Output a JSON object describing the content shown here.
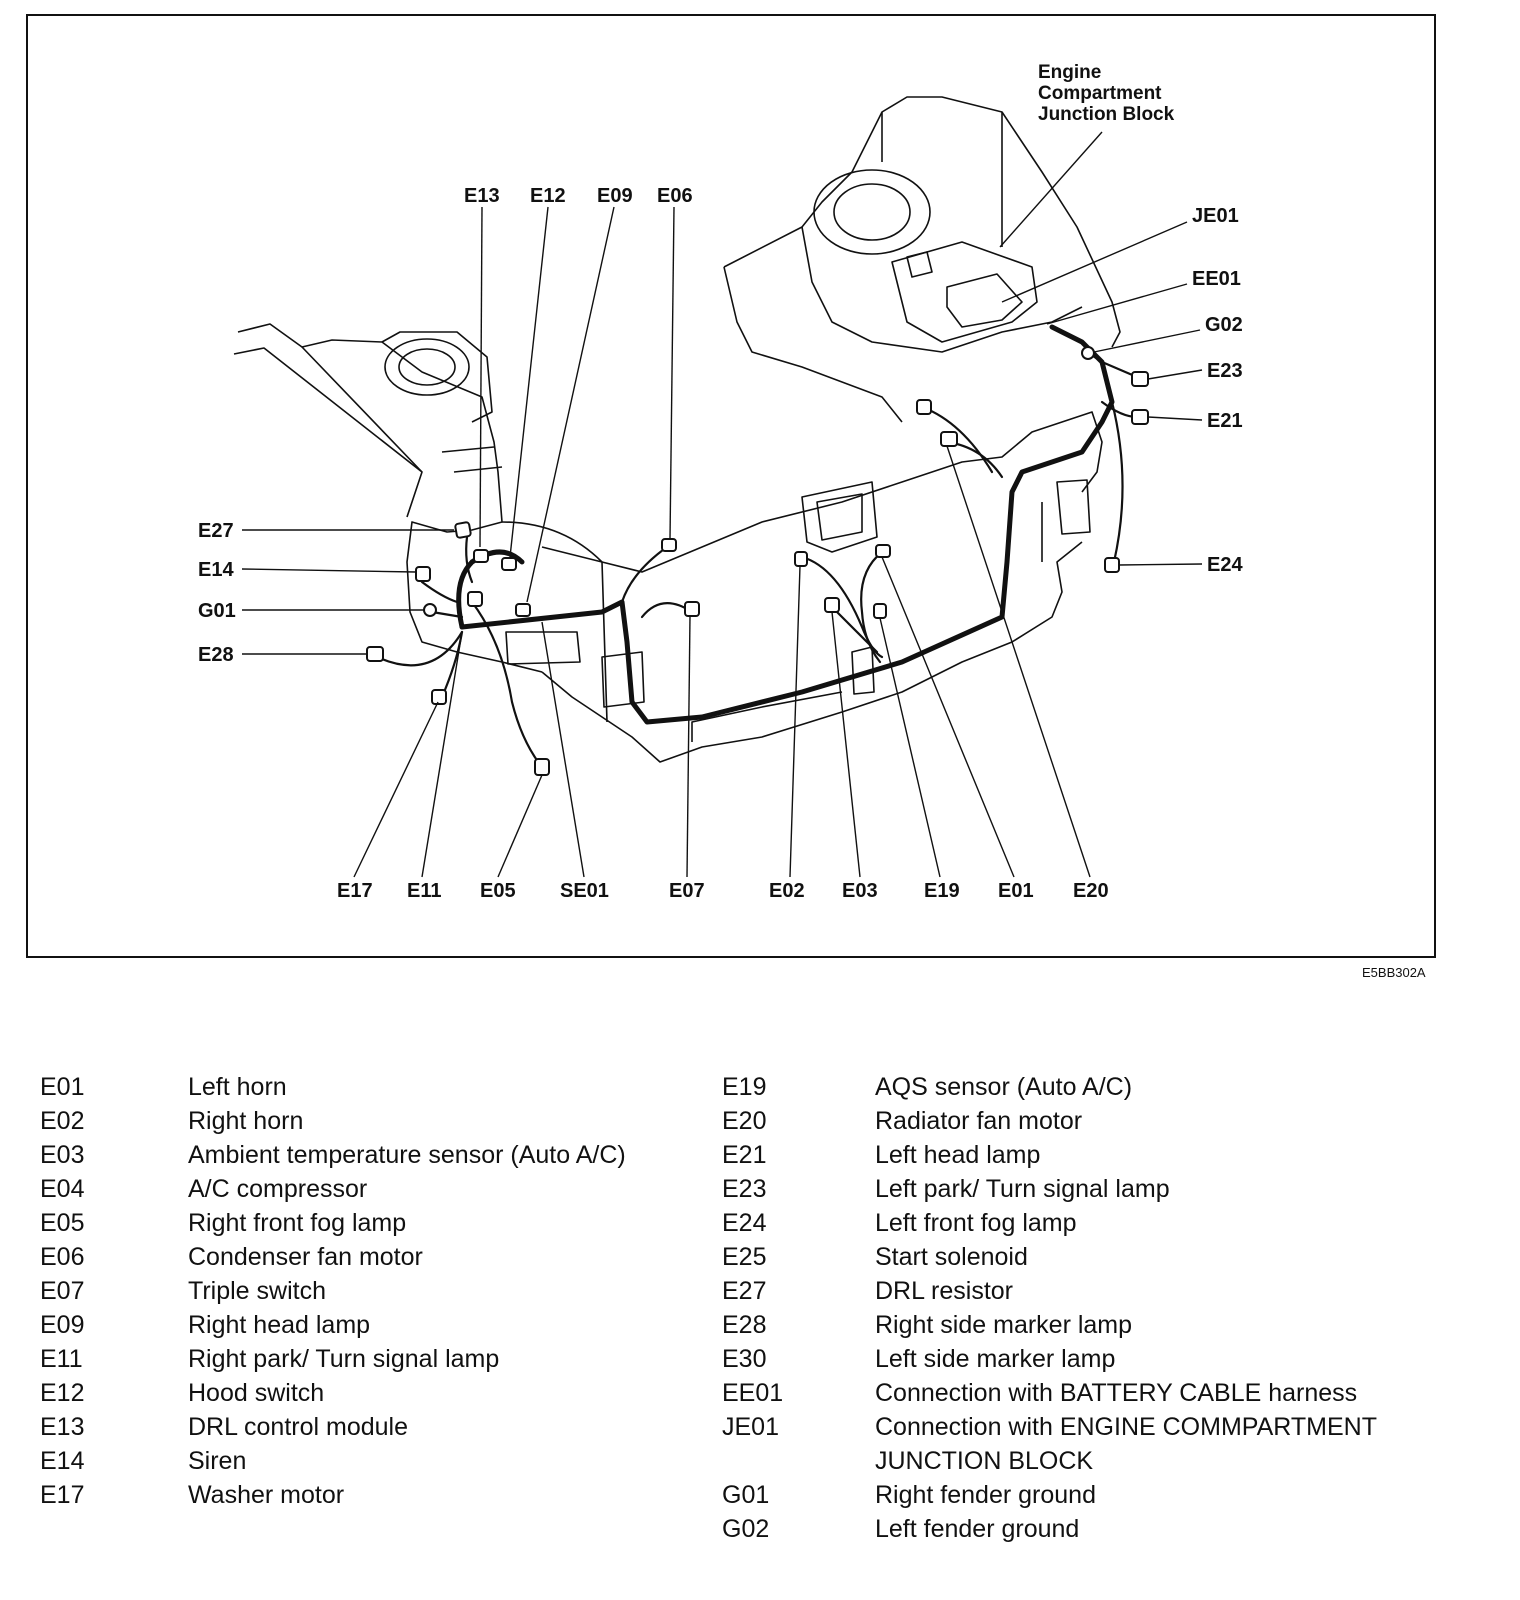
{
  "figure": {
    "code": "E5BB302A",
    "junction_block_label": [
      "Engine",
      "Compartment",
      "Junction Block"
    ],
    "callouts": {
      "top": [
        "E13",
        "E12",
        "E09",
        "E06"
      ],
      "left": [
        "E27",
        "E14",
        "G01",
        "E28"
      ],
      "right": [
        "JE01",
        "EE01",
        "G02",
        "E23",
        "E21",
        "E24"
      ],
      "bottom": [
        "E17",
        "E11",
        "E05",
        "SE01",
        "E07",
        "E02",
        "E03",
        "E19",
        "E01",
        "E20"
      ]
    }
  },
  "legend": {
    "left": [
      {
        "code": "E01",
        "desc": "Left horn"
      },
      {
        "code": "E02",
        "desc": "Right horn"
      },
      {
        "code": "E03",
        "desc": "Ambient temperature sensor (Auto A/C)"
      },
      {
        "code": "E04",
        "desc": "A/C compressor"
      },
      {
        "code": "E05",
        "desc": "Right front fog lamp"
      },
      {
        "code": "E06",
        "desc": "Condenser fan motor"
      },
      {
        "code": "E07",
        "desc": "Triple switch"
      },
      {
        "code": "E09",
        "desc": "Right head lamp"
      },
      {
        "code": "E11",
        "desc": "Right park/ Turn signal lamp"
      },
      {
        "code": "E12",
        "desc": "Hood switch"
      },
      {
        "code": "E13",
        "desc": "DRL control module"
      },
      {
        "code": "E14",
        "desc": "Siren"
      },
      {
        "code": "E17",
        "desc": "Washer motor"
      }
    ],
    "right": [
      {
        "code": "E19",
        "desc": "AQS sensor (Auto A/C)"
      },
      {
        "code": "E20",
        "desc": "Radiator fan motor"
      },
      {
        "code": "E21",
        "desc": "Left head lamp"
      },
      {
        "code": "E23",
        "desc": "Left park/ Turn signal lamp"
      },
      {
        "code": "E24",
        "desc": "Left front fog lamp"
      },
      {
        "code": "E25",
        "desc": "Start solenoid"
      },
      {
        "code": "E27",
        "desc": "DRL resistor"
      },
      {
        "code": "E28",
        "desc": "Right side marker lamp"
      },
      {
        "code": "E30",
        "desc": "Left side marker lamp"
      },
      {
        "code": "EE01",
        "desc": "Connection with BATTERY CABLE harness"
      },
      {
        "code": "JE01",
        "desc": "Connection with ENGINE COMMPARTMENT"
      },
      {
        "code": "",
        "desc": "JUNCTION BLOCK"
      },
      {
        "code": "G01",
        "desc": "Right fender ground"
      },
      {
        "code": "G02",
        "desc": "Left fender ground"
      }
    ]
  }
}
